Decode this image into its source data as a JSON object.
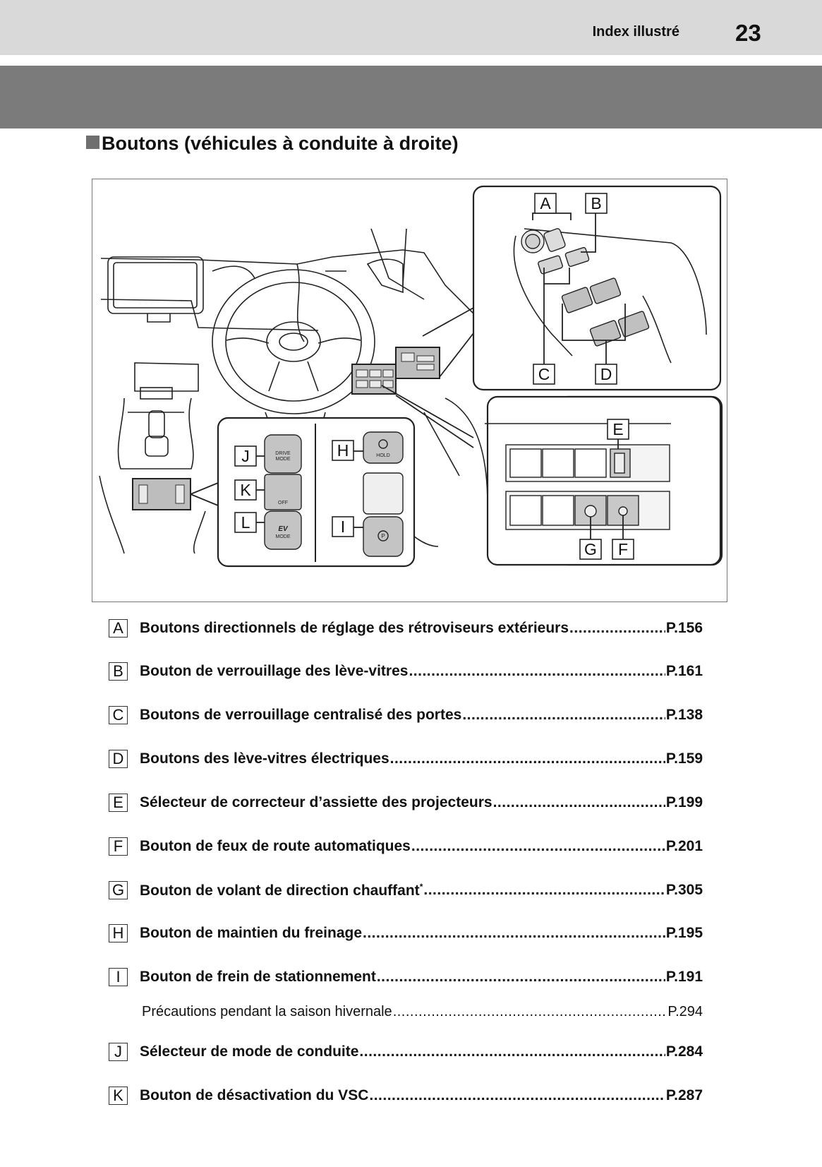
{
  "header": {
    "section_label": "Index illustré",
    "page_number": "23"
  },
  "heading": {
    "title": "Boutons (véhicules à conduite à droite)"
  },
  "diagram": {
    "callouts": [
      "A",
      "B",
      "C",
      "D",
      "E",
      "F",
      "G",
      "H",
      "I",
      "J",
      "K",
      "L"
    ],
    "button_labels": {
      "drive_mode_1": "DRIVE",
      "drive_mode_2": "MODE",
      "vsc_off": "OFF",
      "ev_1": "EV",
      "ev_2": "MODE",
      "hold": "HOLD",
      "parking": "P"
    }
  },
  "entries": [
    {
      "letter": "A",
      "label": "Boutons directionnels de réglage des rétroviseurs extérieurs",
      "page": "P.156"
    },
    {
      "letter": "B",
      "label": "Bouton de verrouillage des lève-vitres",
      "page": "P.161"
    },
    {
      "letter": "C",
      "label": "Boutons de verrouillage centralisé des portes",
      "page": "P.138"
    },
    {
      "letter": "D",
      "label": "Boutons des lève-vitres électriques",
      "page": "P.159"
    },
    {
      "letter": "E",
      "label": "Sélecteur de correcteur d’assiette des projecteurs",
      "page": "P.199"
    },
    {
      "letter": "F",
      "label": "Bouton de feux de route automatiques",
      "page": "P.201"
    },
    {
      "letter": "G",
      "label": "Bouton de volant de direction chauffant",
      "sup": "*",
      "page": "P.305"
    },
    {
      "letter": "H",
      "label": "Bouton de maintien du freinage",
      "page": "P.195"
    },
    {
      "letter": "I",
      "label": "Bouton de frein de stationnement",
      "page": "P.191"
    },
    {
      "letter": "",
      "label": "Précautions pendant la saison hivernale",
      "page": "P.294",
      "sub": true
    },
    {
      "letter": "J",
      "label": "Sélecteur de mode de conduite",
      "page": "P.284"
    },
    {
      "letter": "K",
      "label": "Bouton de désactivation du VSC",
      "page": "P.287"
    }
  ]
}
